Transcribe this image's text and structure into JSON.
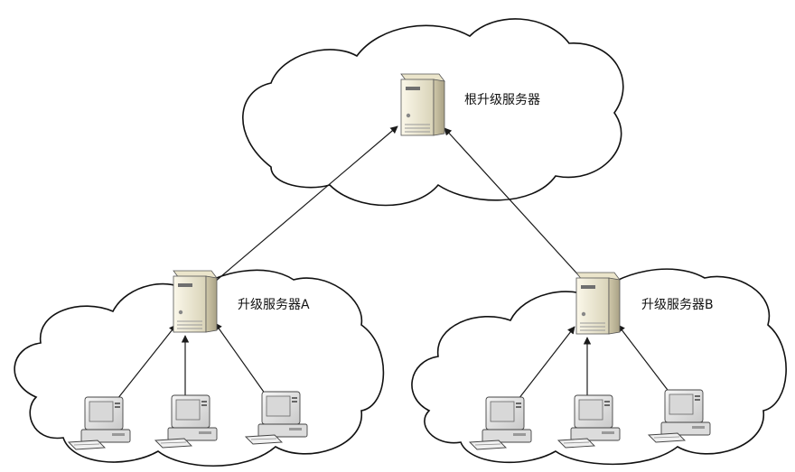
{
  "nodes": {
    "root": {
      "label": "根升级服务器",
      "icon": "server-icon"
    },
    "server_a": {
      "label": "升级服务器A",
      "icon": "server-icon"
    },
    "server_b": {
      "label": "升级服务器B",
      "icon": "server-icon"
    }
  },
  "clients": {
    "icon": "desktop-computer-icon",
    "group_a_count": 3,
    "group_b_count": 3
  },
  "edges": [
    {
      "from": "server_a",
      "to": "root"
    },
    {
      "from": "server_b",
      "to": "root"
    },
    {
      "from": "client_a1",
      "to": "server_a"
    },
    {
      "from": "client_a2",
      "to": "server_a"
    },
    {
      "from": "client_a3",
      "to": "server_a"
    },
    {
      "from": "client_b1",
      "to": "server_b"
    },
    {
      "from": "client_b2",
      "to": "server_b"
    },
    {
      "from": "client_b3",
      "to": "server_b"
    }
  ],
  "colors": {
    "line": "#1a1a1a",
    "server_body": "#f3efdc",
    "monitor_body": "#ececec"
  }
}
